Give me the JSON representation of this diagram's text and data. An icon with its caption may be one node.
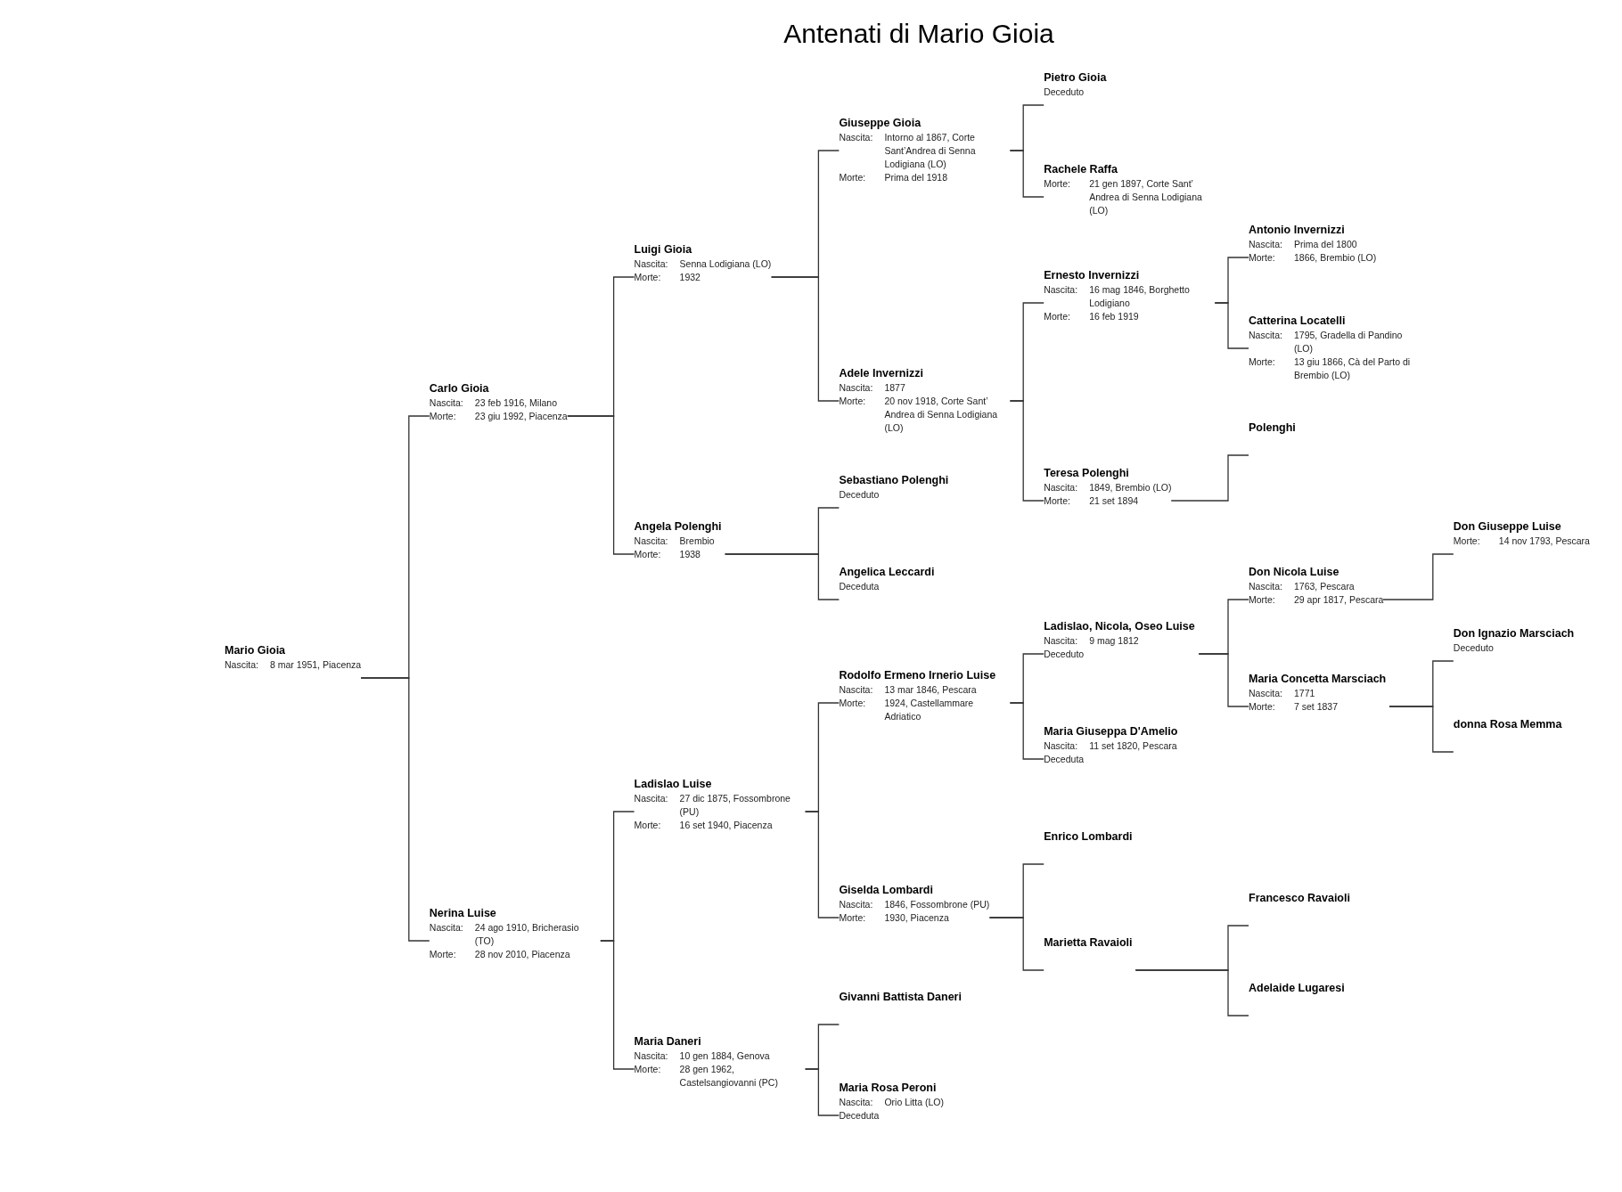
{
  "diagram": {
    "title": "Antenati di Mario Gioia",
    "nodes": [
      {
        "text": [
          "Mario Gioia",
          "Nascita:",
          "8 mar 1951, Piacenza"
        ]
      },
      {
        "text": [
          "Carlo Gioia",
          "Nascita:",
          "23 feb 1916, Milano",
          "Morte:",
          "23 giu 1992, Piacenza"
        ]
      },
      {
        "text": [
          "Nerina Luise",
          "Nascita:",
          "24 ago 1910, Bricherasio (TO)",
          "Morte:",
          "28 nov 2010, Piacenza"
        ]
      },
      {
        "text": [
          "Luigi Gioia",
          "Nascita:",
          "Senna Lodigiana (LO)",
          "Morte:",
          "1932"
        ]
      },
      {
        "text": [
          "Angela Polenghi",
          "Nascita:",
          "Brembio",
          "Morte:",
          "1938"
        ]
      },
      {
        "text": [
          "Ladislao Luise",
          "Nascita:",
          "27 dic 1875, Fossombrone (PU)",
          "Morte:",
          "16 set 1940, Piacenza"
        ]
      },
      {
        "text": [
          "Maria Daneri",
          "Nascita:",
          "10 gen 1884, Genova",
          "Morte:",
          "28 gen 1962, Castelsangiovanni (PC)"
        ]
      },
      {
        "text": [
          "Giuseppe Gioia",
          "Nascita:",
          "Intorno al 1867, Corte Sant’Andrea di Senna Lodigiana (LO)",
          "Morte:",
          "Prima del 1918"
        ]
      },
      {
        "text": [
          "Adele Invernizzi",
          "Nascita:",
          "1877",
          "Morte:",
          "20 nov 1918, Corte Sant’ Andrea di Senna Lodigiana (LO)"
        ]
      },
      {
        "text": [
          "Sebastiano Polenghi",
          "Deceduto"
        ]
      },
      {
        "text": [
          "Angelica Leccardi",
          "Deceduta"
        ]
      },
      {
        "text": [
          "Rodolfo Ermeno Irnerio Luise",
          "Nascita:",
          "13 mar 1846, Pescara",
          "Morte:",
          "1924, Castellammare Adriatico"
        ]
      },
      {
        "text": [
          "Giselda Lombardi",
          "Nascita:",
          "1846, Fossombrone (PU)",
          "Morte:",
          "1930, Piacenza"
        ]
      },
      {
        "text": [
          "Givanni Battista Daneri"
        ]
      },
      {
        "text": [
          "Maria Rosa Peroni",
          "Nascita:",
          "Orio Litta (LO)",
          "Deceduta"
        ]
      },
      {
        "text": [
          "Pietro Gioia",
          "Deceduto"
        ]
      },
      {
        "text": [
          "Rachele Raffa",
          "Morte:",
          "21 gen 1897, Corte Sant’ Andrea di Senna Lodigiana (LO)"
        ]
      },
      {
        "text": [
          "Ernesto Invernizzi",
          "Nascita:",
          "16 mag 1846, Borghetto Lodigiano",
          "Morte:",
          "16 feb 1919"
        ]
      },
      {
        "text": [
          "Teresa Polenghi",
          "Nascita:",
          "1849, Brembio (LO)",
          "Morte:",
          "21 set 1894"
        ]
      },
      {
        "text": [
          "Ladislao, Nicola, Oseo Luise",
          "Nascita:",
          "9 mag 1812",
          "Deceduto"
        ]
      },
      {
        "text": [
          "Maria Giuseppa D'Amelio",
          "Nascita:",
          "11 set 1820, Pescara",
          "Deceduta"
        ]
      },
      {
        "text": [
          "Enrico Lombardi"
        ]
      },
      {
        "text": [
          "Marietta Ravaioli"
        ]
      },
      {
        "text": [
          "Antonio Invernizzi",
          "Nascita:",
          "Prima del 1800",
          "Morte:",
          "1866, Brembio (LO)"
        ]
      },
      {
        "text": [
          "Catterina Locatelli",
          "Nascita:",
          "1795, Gradella di Pandino (LO)",
          "Morte:",
          "13 giu 1866, Cà del Parto di Brembio (LO)"
        ]
      },
      {
        "text": [
          "Polenghi"
        ]
      },
      {
        "text": [
          "Don Nicola Luise",
          "Nascita:",
          "1763, Pescara",
          "Morte:",
          "29 apr 1817, Pescara"
        ]
      },
      {
        "text": [
          "Maria Concetta Marsciach",
          "Nascita:",
          "1771",
          "Morte:",
          "7 set 1837"
        ]
      },
      {
        "text": [
          "Francesco Ravaioli"
        ]
      },
      {
        "text": [
          "Adelaide Lugaresi"
        ]
      },
      {
        "text": [
          "Don Giuseppe Luise",
          "Morte:",
          "14 nov 1793, Pescara"
        ]
      },
      {
        "text": [
          "Don Ignazio Marsciach",
          "Deceduto"
        ]
      },
      {
        "text": [
          "donna Rosa Memma"
        ]
      }
    ],
    "edges": [
      {
        "from": 0,
        "to": 1,
        "arrow": "none"
      },
      {
        "from": 0,
        "to": 2,
        "arrow": "none"
      },
      {
        "from": 1,
        "to": 3,
        "arrow": "none"
      },
      {
        "from": 1,
        "to": 4,
        "arrow": "none"
      },
      {
        "from": 2,
        "to": 5,
        "arrow": "none"
      },
      {
        "from": 2,
        "to": 6,
        "arrow": "none"
      },
      {
        "from": 3,
        "to": 7,
        "arrow": "none"
      },
      {
        "from": 3,
        "to": 8,
        "arrow": "none"
      },
      {
        "from": 4,
        "to": 9,
        "arrow": "none"
      },
      {
        "from": 4,
        "to": 10,
        "arrow": "none"
      },
      {
        "from": 5,
        "to": 11,
        "arrow": "none"
      },
      {
        "from": 5,
        "to": 12,
        "arrow": "none"
      },
      {
        "from": 6,
        "to": 13,
        "arrow": "none"
      },
      {
        "from": 6,
        "to": 14,
        "arrow": "none"
      },
      {
        "from": 7,
        "to": 15,
        "arrow": "none"
      },
      {
        "from": 7,
        "to": 16,
        "arrow": "none"
      },
      {
        "from": 8,
        "to": 17,
        "arrow": "none"
      },
      {
        "from": 8,
        "to": 18,
        "arrow": "none"
      },
      {
        "from": 11,
        "to": 19,
        "arrow": "none"
      },
      {
        "from": 11,
        "to": 20,
        "arrow": "none"
      },
      {
        "from": 12,
        "to": 21,
        "arrow": "none"
      },
      {
        "from": 12,
        "to": 22,
        "arrow": "none"
      },
      {
        "from": 17,
        "to": 23,
        "arrow": "none"
      },
      {
        "from": 17,
        "to": 24,
        "arrow": "none"
      },
      {
        "from": 18,
        "to": 25,
        "arrow": "none"
      },
      {
        "from": 19,
        "to": 26,
        "arrow": "none"
      },
      {
        "from": 19,
        "to": 27,
        "arrow": "none"
      },
      {
        "from": 22,
        "to": 28,
        "arrow": "none"
      },
      {
        "from": 22,
        "to": 29,
        "arrow": "none"
      },
      {
        "from": 26,
        "to": 30,
        "arrow": "none"
      },
      {
        "from": 27,
        "to": 31,
        "arrow": "none"
      },
      {
        "from": 27,
        "to": 32,
        "arrow": "none"
      }
    ]
  }
}
